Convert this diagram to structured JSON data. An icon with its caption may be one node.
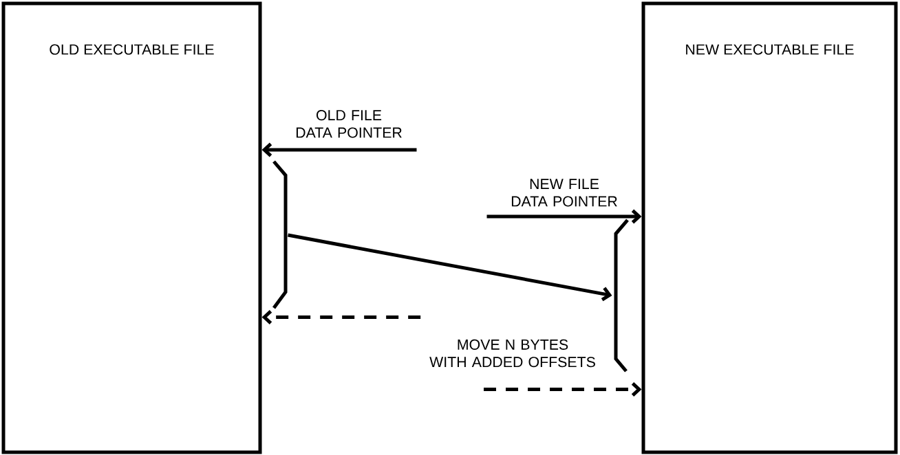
{
  "diagram": {
    "nodes": [
      {
        "text": [
          "OLD EXECUTABLE FILE"
        ]
      },
      {
        "text": [
          "NEW EXECUTABLE FILE"
        ]
      },
      {
        "text": [
          "OLD FILE DATA POINTER"
        ]
      },
      {
        "text": [
          "NEW FILE DATA POINTER"
        ]
      },
      {
        "text": [],
        "shape": "bracket"
      },
      {
        "text": [],
        "shape": "bracket"
      },
      {
        "text": [
          "MOVE N BYTES WITH ADDED OFFSETS"
        ]
      }
    ],
    "edges": [
      {
        "from": 2,
        "to": 0,
        "arrow": "to"
      },
      {
        "from": 3,
        "to": 1,
        "arrow": "to"
      },
      {
        "from": 6,
        "to": 0,
        "arrow": "to",
        "style": "dashed"
      },
      {
        "from": 6,
        "to": 1,
        "arrow": "to",
        "style": "dashed"
      },
      {
        "from": 4,
        "to": 5,
        "arrow": "to"
      }
    ]
  }
}
